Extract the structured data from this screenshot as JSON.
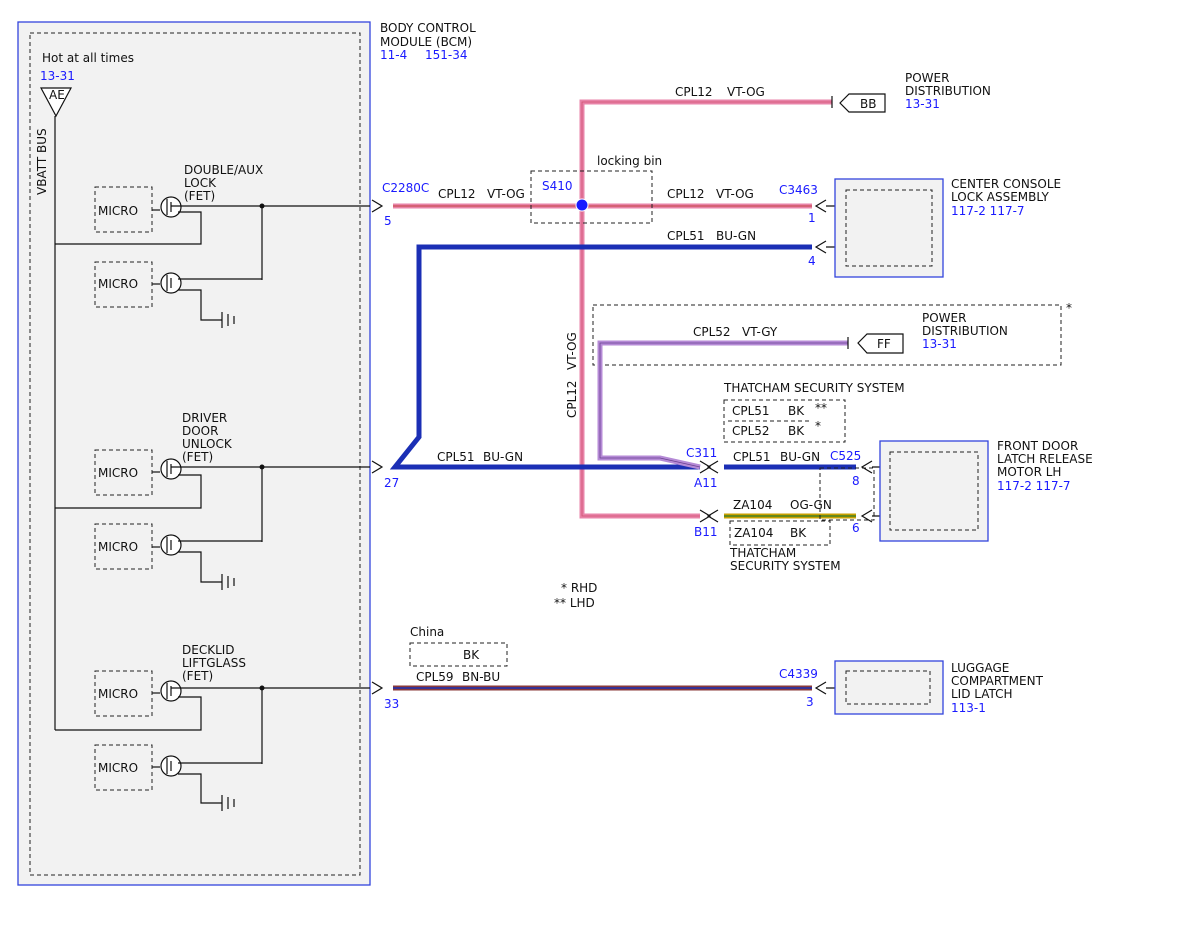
{
  "bcm": {
    "title1": "BODY CONTROL",
    "title2": "MODULE (BCM)",
    "ref1": "11-4",
    "ref2": "151-34",
    "hot": "Hot at all times",
    "hot_ref": "13-31",
    "ae": "AE",
    "bus": "VBATT BUS"
  },
  "micro": "MICRO",
  "fets": {
    "lock": [
      "DOUBLE/AUX",
      "LOCK",
      "(FET)"
    ],
    "unlock": [
      "DRIVER",
      "DOOR",
      "UNLOCK",
      "(FET)"
    ],
    "decklid": [
      "DECKLID",
      "LIFTGLASS",
      "(FET)"
    ]
  },
  "connectors": {
    "c2280c": "C2280C",
    "c3463": "C3463",
    "c311": "C311",
    "c525": "C525",
    "c4339": "C4339",
    "s410": "S410"
  },
  "pins": {
    "p5": "5",
    "p27": "27",
    "p33": "33",
    "p1": "1",
    "p4": "4",
    "pa11": "A11",
    "pb11": "B11",
    "p8": "8",
    "p6": "6",
    "p3": "3"
  },
  "wires": {
    "cpl12": "CPL12",
    "vtog": "VT-OG",
    "cpl51": "CPL51",
    "bugn": "BU-GN",
    "cpl52": "CPL52",
    "vtgy": "VT-GY",
    "za104": "ZA104",
    "oggn": "OG-GN",
    "cpl59": "CPL59",
    "bnbu": "BN-BU",
    "bk": "BK"
  },
  "labels": {
    "locking_bin": "locking bin",
    "power_dist1": "POWER",
    "power_dist2": "DISTRIBUTION",
    "power_ref": "13-31",
    "bb": "BB",
    "ff": "FF",
    "star": "*",
    "dstar": "**",
    "console1": "CENTER CONSOLE",
    "console2": "LOCK ASSEMBLY",
    "console_ref": "117-2 117-7",
    "thatcham_title": "THATCHAM SECURITY SYSTEM",
    "thatcham1": "THATCHAM",
    "thatcham2": "SECURITY SYSTEM",
    "door1": "FRONT DOOR",
    "door2": "LATCH RELEASE",
    "door3": "MOTOR LH",
    "door_ref": "117-2 117-7",
    "rhd": "* RHD",
    "lhd": "** LHD",
    "china": "China",
    "lug1": "LUGGAGE",
    "lug2": "COMPARTMENT",
    "lug3": "LID LATCH",
    "lug_ref": "113-1"
  },
  "colors": {
    "pink": "#e883a8",
    "blue": "#1b2fb5",
    "purple": "#b58ad6",
    "yellow": "#c8a000",
    "connector_blue": "#1a1aff"
  }
}
